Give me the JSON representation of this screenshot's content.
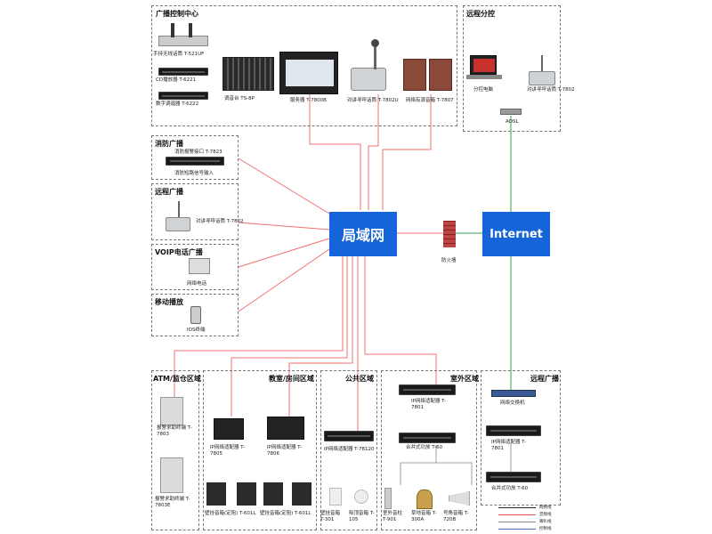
{
  "hubs": {
    "lan": "局域网",
    "internet": "Internet"
  },
  "firewall": "防火墙",
  "adsl": "ADSL",
  "sections": {
    "control_center": "广播控制中心",
    "remote_branch": "远程分控",
    "fire": "消防广播",
    "remote_bc": "远程广播",
    "voip": "VOIP电话广播",
    "mobile": "移动播放",
    "atm": "ATM/监仓区域",
    "classroom": "教室/房间区域",
    "public": "公共区域",
    "outdoor": "室外区域",
    "remote_bc2": "远程广播"
  },
  "control_center": {
    "mic": "手持无线话筒 T-521UF",
    "cd": "CD播放器 T-6221",
    "tuner": "数字调谐器 T-6222",
    "mixer": "调音台 TS-8P",
    "server": "服务器 T-7800B",
    "paging": "对讲寻呼话筒 T-7802U",
    "speakers": "网络有源音箱 T-7807"
  },
  "remote_branch": {
    "pc": "分控电脑",
    "paging": "对讲寻呼话筒 T-7802"
  },
  "fire": {
    "device": "消防报警接口 T-7823",
    "input": "消防短路信号输入"
  },
  "remote_bc": {
    "paging": "对讲寻呼话筒 T-7802"
  },
  "voip": {
    "phone": "网络电话"
  },
  "mobile": {
    "ios": "IOS终端"
  },
  "atm": {
    "t1": "报警求助终端 T-7803",
    "t2": "报警求助终端 T-7803E"
  },
  "classroom": {
    "a1": "IP网络适配器 T-7805",
    "a2": "IP网络适配器 T-7806",
    "s1": "壁挂音箱(定阻) T-601L",
    "s2": "壁挂音箱(定阻) T-601L"
  },
  "public": {
    "adapter": "IP网络适配器 T-78120",
    "wall": "壁挂音箱 T-301",
    "ceiling": "吸顶音箱 T-105"
  },
  "outdoor": {
    "adapter": "IP网络适配器 T-7801",
    "amp": "合并式功放 T-60",
    "column": "室外音柱 T-901",
    "lawn": "草地音箱 T-300A",
    "horn": "号角音箱 T-720B"
  },
  "remote_bc2": {
    "switch": "网络交换机",
    "adapter": "IP网络适配器 T-7801",
    "amp": "合并式功放 T-60"
  },
  "legend": [
    {
      "label": "网络线",
      "color": "#222222"
    },
    {
      "label": "音频线",
      "color": "#e05050"
    },
    {
      "label": "喇叭线",
      "color": "#888888"
    },
    {
      "label": "控制线",
      "color": "#4a70c8"
    }
  ],
  "colors": {
    "network_line": "#f07070",
    "internet_line": "#30a050",
    "hub": "#1565d8"
  }
}
